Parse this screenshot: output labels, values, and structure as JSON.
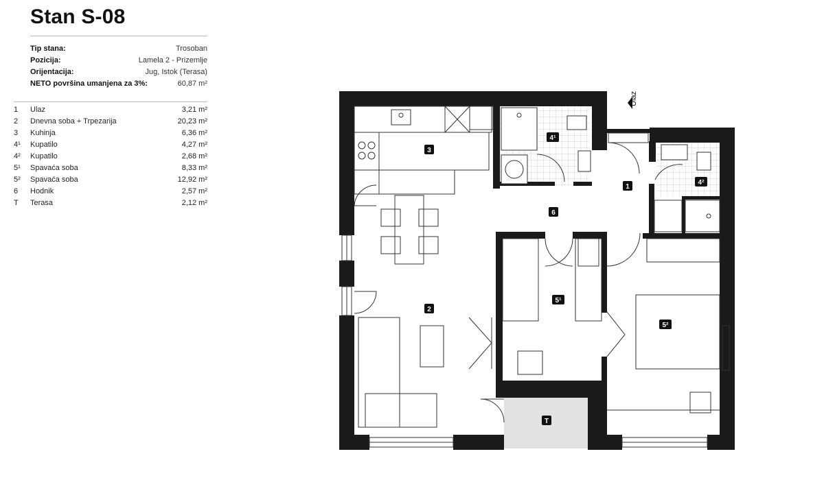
{
  "title": "Stan S-08",
  "info": [
    {
      "label": "Tip stana:",
      "value": "Trosoban"
    },
    {
      "label": "Pozicija:",
      "value": "Lamela 2 - Prizemlje"
    },
    {
      "label": "Orijentacija:",
      "value": "Jug, Istok (Terasa)"
    },
    {
      "label": "NETO površina umanjena za 3%:",
      "value": "60,87 m²"
    }
  ],
  "rooms": [
    {
      "num": "1",
      "name": "Ulaz",
      "area": "3,21 m²"
    },
    {
      "num": "2",
      "name": "Dnevna soba + Trpezarija",
      "area": "20,23 m²"
    },
    {
      "num": "3",
      "name": "Kuhinja",
      "area": "6,36 m²"
    },
    {
      "num": "4¹",
      "name": "Kupatilo",
      "area": "4,27 m²"
    },
    {
      "num": "4²",
      "name": "Kupatilo",
      "area": "2,68 m²"
    },
    {
      "num": "5¹",
      "name": "Spavaća soba",
      "area": "8,33 m²"
    },
    {
      "num": "5²",
      "name": "Spavaća soba",
      "area": "12,92 m²"
    },
    {
      "num": "6",
      "name": "Hodnik",
      "area": "2,57 m²"
    },
    {
      "num": "T",
      "name": "Terasa",
      "area": "2,12 m²"
    }
  ],
  "plan": {
    "entrance_label": "Ulaz",
    "tags": {
      "kitchen": "3",
      "bath1": "4¹",
      "entry": "1",
      "bath2": "4²",
      "hall": "6",
      "living": "2",
      "bed1": "5¹",
      "bed2": "5²",
      "terrace": "T"
    }
  }
}
